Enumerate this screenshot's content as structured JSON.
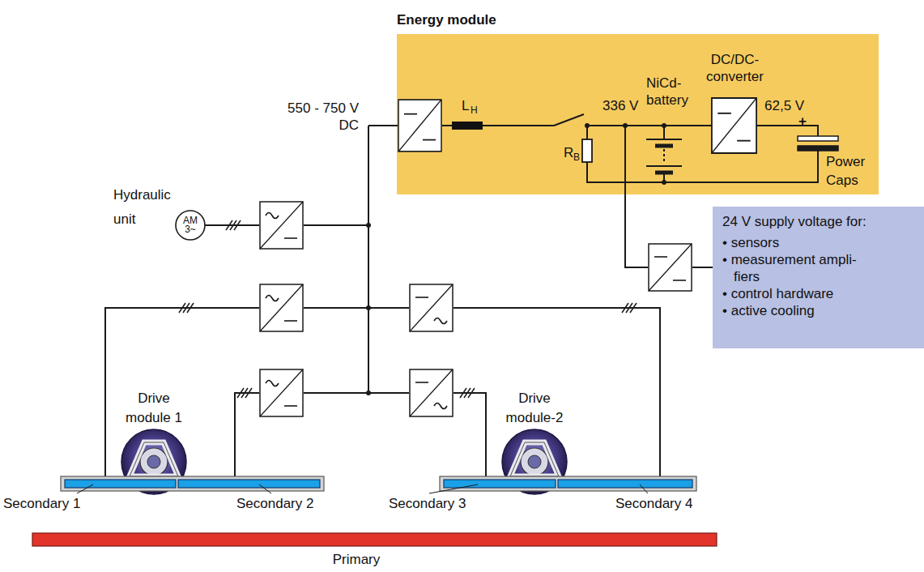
{
  "diagram": {
    "nodes": [
      {
        "text": [
          "Energy module"
        ]
      },
      {
        "text": [
          "DC/DC- converter"
        ],
        "in": 0
      },
      {
        "text": [
          "AM 3~"
        ]
      },
      {
        "text": [
          "24 V supply voltage for:",
          "• sensors",
          "• measurement ampli- fiers",
          "• control hardware",
          "• active cooling"
        ]
      }
    ],
    "labels": [
      "550 - 750 V DC",
      "L",
      "H",
      "336 V",
      "NiCd- battery",
      "R",
      "B",
      "62,5 V",
      "+",
      "Power Caps",
      "Hydraulic unit",
      "Drive module 1",
      "Drive module-2",
      "Secondary 1",
      "Secondary 2",
      "Secondary 3",
      "Secondary 4",
      "Primary"
    ]
  }
}
